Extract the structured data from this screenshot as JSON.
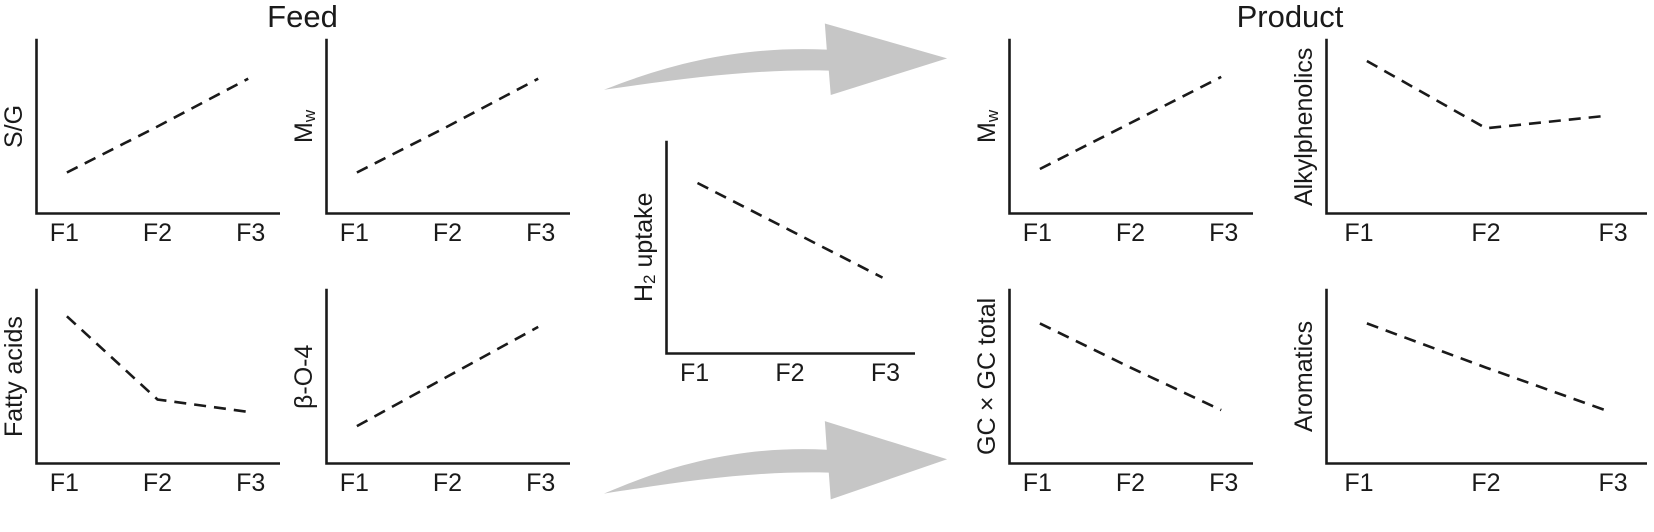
{
  "figure": {
    "feed_title": "Feed",
    "product_title": "Product"
  },
  "colors": {
    "line": "#1a1a1a",
    "arrow": "#c6c6c6"
  },
  "chart_meta": {
    "values_scale": "normalized 0-1 qualitative trend heights (sketch plots, no numeric axes shown)",
    "style": "dashed line, L-shaped axes, grid off, no legend"
  },
  "chart_data": [
    {
      "type": "line",
      "group": "feed",
      "label": {
        "pre": "S/G",
        "sub": "",
        "post": ""
      },
      "x": [
        "F1",
        "F2",
        "F3"
      ],
      "values": [
        0.24,
        0.5,
        0.77
      ],
      "trend": "increasing"
    },
    {
      "type": "line",
      "group": "feed",
      "label": {
        "pre": "M",
        "sub": "w",
        "post": ""
      },
      "x": [
        "F1",
        "F2",
        "F3"
      ],
      "values": [
        0.24,
        0.5,
        0.77
      ],
      "trend": "increasing"
    },
    {
      "type": "line",
      "group": "feed",
      "label": {
        "pre": "Fatty acids",
        "sub": "",
        "post": ""
      },
      "x": [
        "F1",
        "F2",
        "F3"
      ],
      "values": [
        0.84,
        0.37,
        0.3
      ],
      "trend": "decreasing then flattening"
    },
    {
      "type": "line",
      "group": "feed",
      "label": {
        "pre": "β-O-4",
        "sub": "",
        "post": ""
      },
      "x": [
        "F1",
        "F2",
        "F3"
      ],
      "values": [
        0.22,
        0.5,
        0.78
      ],
      "trend": "increasing"
    },
    {
      "type": "line",
      "group": "process",
      "label": {
        "pre": "H",
        "sub": "2",
        "post": " uptake"
      },
      "x": [
        "F1",
        "F2",
        "F3"
      ],
      "values": [
        0.8,
        0.58,
        0.36
      ],
      "trend": "decreasing"
    },
    {
      "type": "line",
      "group": "product",
      "label": {
        "pre": "M",
        "sub": "w",
        "post": ""
      },
      "x": [
        "F1",
        "F2",
        "F3"
      ],
      "values": [
        0.26,
        0.52,
        0.78
      ],
      "trend": "increasing"
    },
    {
      "type": "line",
      "group": "product",
      "label": {
        "pre": "Alkylphenolics",
        "sub": "",
        "post": ""
      },
      "x": [
        "F1",
        "F2",
        "F3"
      ],
      "values": [
        0.87,
        0.49,
        0.56
      ],
      "trend": "decreasing then slight increase"
    },
    {
      "type": "line",
      "group": "product",
      "label": {
        "pre": "GC×GC total",
        "sub": "",
        "post": ""
      },
      "x": [
        "F1",
        "F2",
        "F3"
      ],
      "values": [
        0.8,
        0.55,
        0.31
      ],
      "trend": "decreasing"
    },
    {
      "type": "line",
      "group": "product",
      "label": {
        "pre": "Aromatics",
        "sub": "",
        "post": ""
      },
      "x": [
        "F1",
        "F2",
        "F3"
      ],
      "values": [
        0.8,
        0.55,
        0.31
      ],
      "trend": "decreasing"
    }
  ]
}
